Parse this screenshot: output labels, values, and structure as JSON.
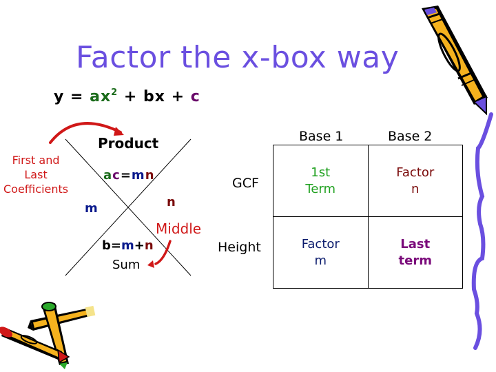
{
  "slide": {
    "title": "Factor the x-box way",
    "equation": {
      "y": "y",
      "equals": "=",
      "a_term": "ax",
      "exponent": "2",
      "plus1": "+",
      "b_term": "bx",
      "plus2": "+",
      "c_term": "c"
    }
  },
  "diamond": {
    "first_last_label": [
      "First and",
      "Last",
      "Coefficients"
    ],
    "product_label": "Product",
    "product_eq": {
      "a": "a",
      "c": "c",
      "eq": "=",
      "m": "m",
      "n": "n"
    },
    "left_value": "m",
    "right_value": "n",
    "middle_label": "Middle",
    "sum_eq": {
      "b": "b",
      "eq": "=",
      "m": "m",
      "plus": "+",
      "n": "n"
    },
    "sum_label": "Sum"
  },
  "box": {
    "col_headers": [
      "Base 1",
      "Base 2"
    ],
    "row_headers": [
      "GCF",
      "Height"
    ],
    "cells": [
      [
        [
          "1st",
          "Term"
        ],
        [
          "Factor",
          "n"
        ]
      ],
      [
        [
          "Factor",
          "m"
        ],
        [
          "Last",
          "term"
        ]
      ]
    ]
  },
  "colors": {
    "title": "#6a4fe0",
    "green": "#1a6b1a",
    "purple": "#6a0a6a",
    "blue": "#0a1a8c",
    "dark_red": "#7a0a0a",
    "red_annotation": "#d01818",
    "squiggle": "#6a4fe0",
    "crayon_yellow": "#f5b21e"
  }
}
